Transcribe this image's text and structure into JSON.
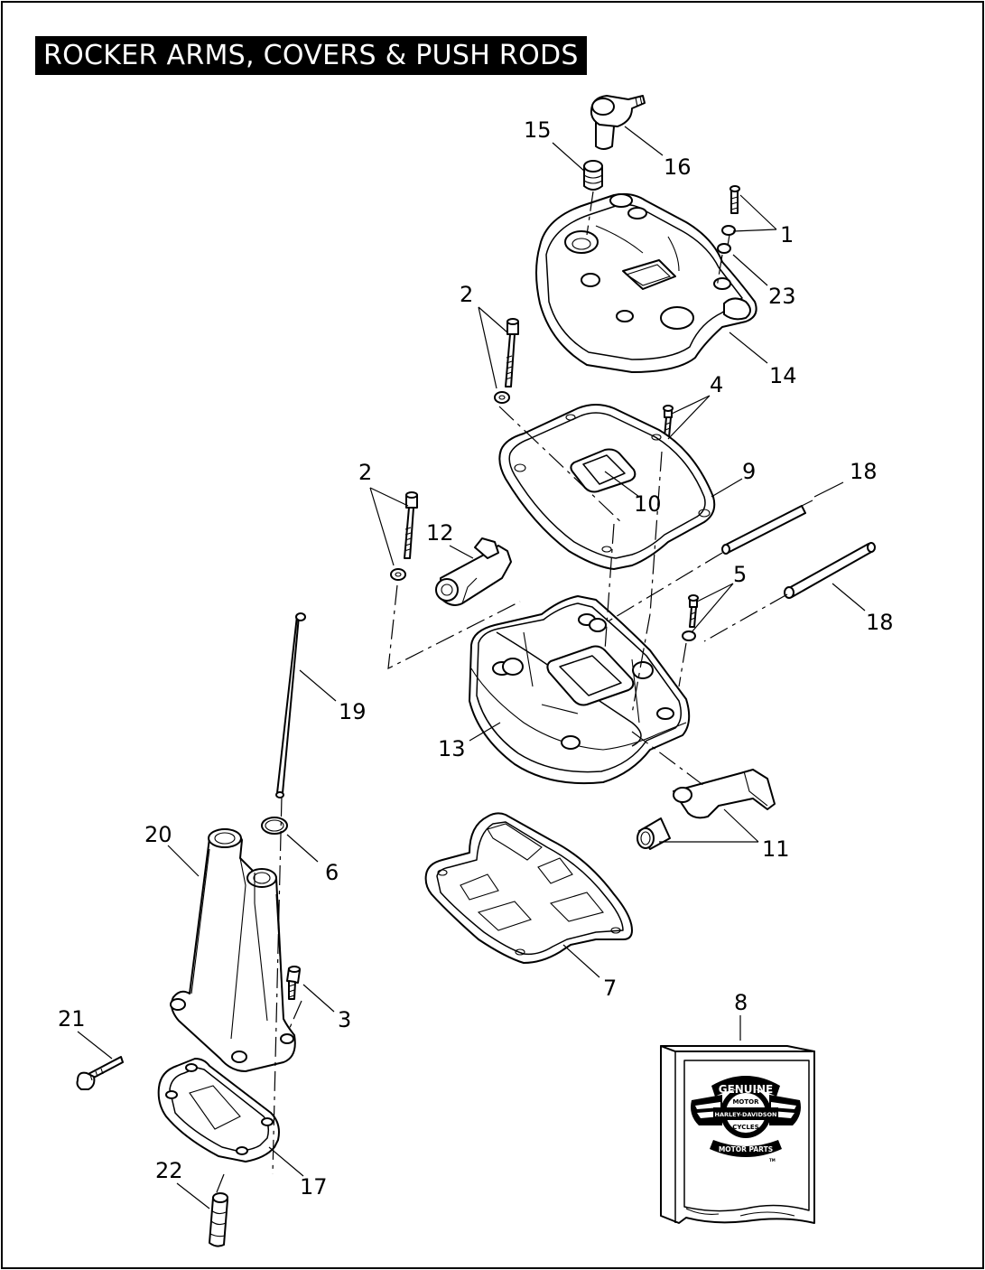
{
  "title": "ROCKER ARMS, COVERS & PUSH RODS",
  "callouts": {
    "c1": "1",
    "c2a": "2",
    "c2b": "2",
    "c3": "3",
    "c4": "4",
    "c5": "5",
    "c6": "6",
    "c7": "7",
    "c8": "8",
    "c9": "9",
    "c10": "10",
    "c11": "11",
    "c12": "12",
    "c13": "13",
    "c14": "14",
    "c15": "15",
    "c16": "16",
    "c17": "17",
    "c18a": "18",
    "c18b": "18",
    "c19": "19",
    "c20": "20",
    "c21": "21",
    "c22": "22",
    "c23": "23"
  },
  "logo": {
    "top": "GENUINE",
    "ring_top": "MOTOR",
    "bar": "HARLEY-DAVIDSON",
    "ring_bottom": "CYCLES",
    "bottom": "MOTOR PARTS",
    "tm": "TM"
  }
}
